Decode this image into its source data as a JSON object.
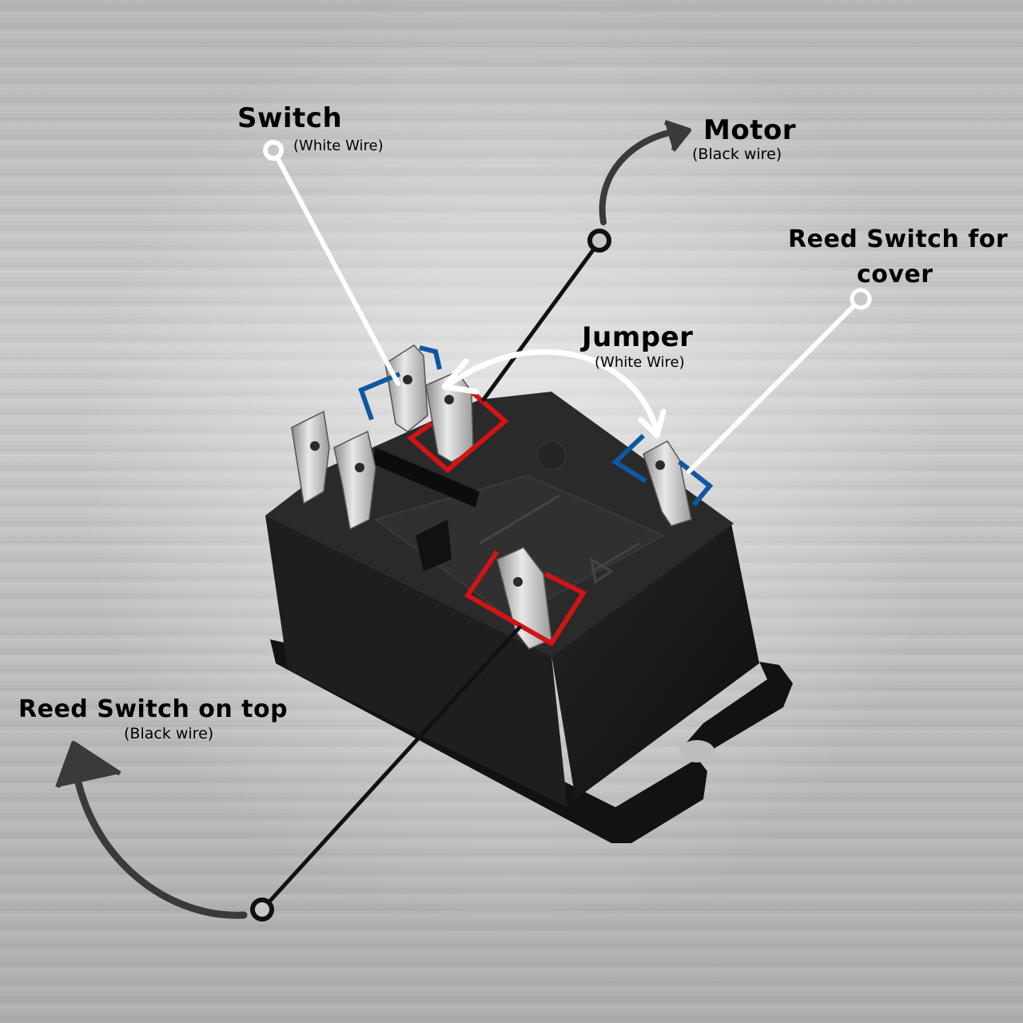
{
  "labels": {
    "switch": {
      "title": "Switch",
      "wire": "(White Wire)"
    },
    "motor": {
      "title": "Motor",
      "wire": "(Black wire)"
    },
    "reed_cover": {
      "title_line1": "Reed Switch for",
      "title_line2": "cover"
    },
    "jumper": {
      "title": "Jumper",
      "wire": "(White Wire)"
    },
    "reed_top": {
      "title": "Reed Switch on top",
      "wire": "(Black wire)"
    }
  },
  "colors": {
    "white_wire": "#ffffff",
    "black_wire": "#111111",
    "pointer_arrow": "#3a3a3a",
    "terminal_highlight_red": "#d11414",
    "terminal_highlight_blue": "#0f57a3",
    "relay_body": "#1b1b1b"
  }
}
